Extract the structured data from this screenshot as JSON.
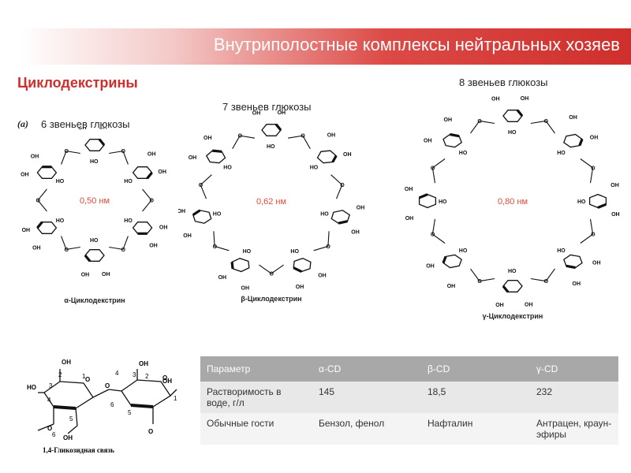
{
  "header": {
    "title": "Внутриполостные комплексы нейтральных хозяев"
  },
  "subtitle": "Циклодекстрины",
  "figure": {
    "panel_letter": "(a)",
    "rings": [
      {
        "caption": "6 звеньев глюкозы",
        "size": "0,50 нм",
        "name": "α-Циклодекстрин",
        "units": 6
      },
      {
        "caption": "7 звеньев глюкозы",
        "size": "0,62 нм",
        "name": "β-Циклодекстрин",
        "units": 7
      },
      {
        "caption": "8 звеньев глюкозы",
        "size": "0,80 нм",
        "name": "γ-Циклодекстрин",
        "units": 8
      }
    ],
    "oh_label": "OH",
    "ho_label": "HO",
    "o_label": "O",
    "linkage_name": "1,4-Гликозидная связь",
    "atom_numbers": [
      "1",
      "2",
      "3",
      "4",
      "5",
      "6"
    ]
  },
  "table": {
    "headers": [
      "Параметр",
      "α-CD",
      "β-CD",
      "γ-CD"
    ],
    "rows": [
      [
        "Растворимость в воде, г/л",
        "145",
        "18,5",
        "232"
      ],
      [
        "Обычные гости",
        "Бензол, фенол",
        "Нафталин",
        "Антрацен, краун-эфиры"
      ]
    ]
  }
}
